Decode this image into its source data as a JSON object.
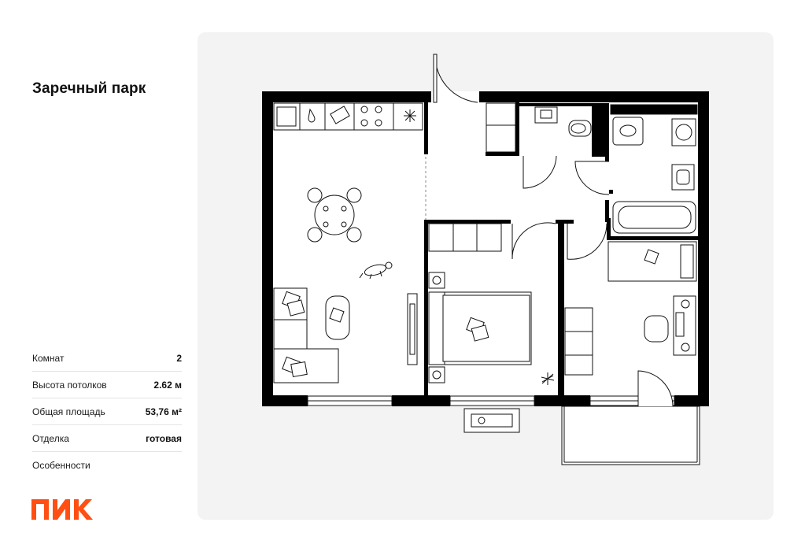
{
  "project": {
    "title": "Заречный парк"
  },
  "specs": [
    {
      "label": "Комнат",
      "value": "2"
    },
    {
      "label": "Высота потолков",
      "value": "2.62 м"
    },
    {
      "label": "Общая площадь",
      "value": "53,76 м²"
    },
    {
      "label": "Отделка",
      "value": "готовая"
    },
    {
      "label": "Особенности",
      "value": ""
    }
  ],
  "brand": {
    "logo_text": "ПИК",
    "color": "#FF4F12"
  },
  "colors": {
    "wall": "#000000",
    "panel": "#f3f3f3",
    "line": "#111111"
  }
}
